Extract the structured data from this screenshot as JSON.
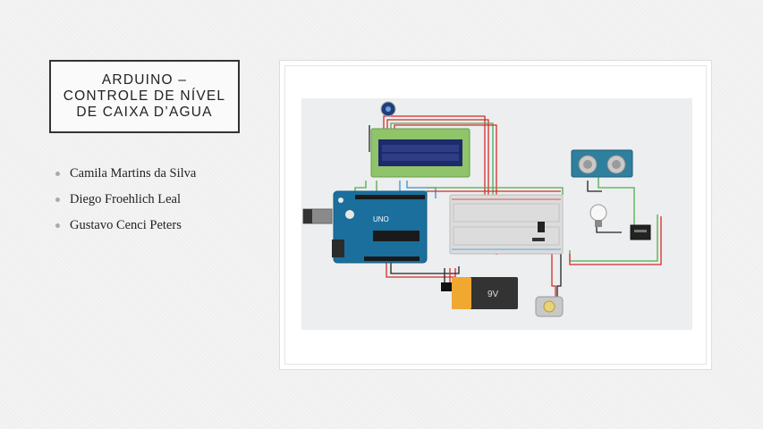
{
  "slide": {
    "title": "ARDUINO –\nCONTROLE DE NÍVEL\nDE CAIXA D’AGUA",
    "authors": [
      "Camila Martins da Silva",
      "Diego Froehlich Leal",
      "Gustavo Cenci Peters"
    ]
  },
  "circuit": {
    "arduino_label": "UNO",
    "battery_label": "9V",
    "colors": {
      "arduino": "#1b6f9c",
      "lcd": "#8fc46a",
      "lcd_screen": "#1d2a6b",
      "breadboard": "#dcdcdc",
      "battery": "#333333",
      "battery_cap": "#f0a830",
      "sensor": "#2f7f9e",
      "wire_red": "#d62b2b",
      "wire_green": "#4cae4c",
      "wire_black": "#222222",
      "wire_blue": "#3a8fd0"
    }
  }
}
